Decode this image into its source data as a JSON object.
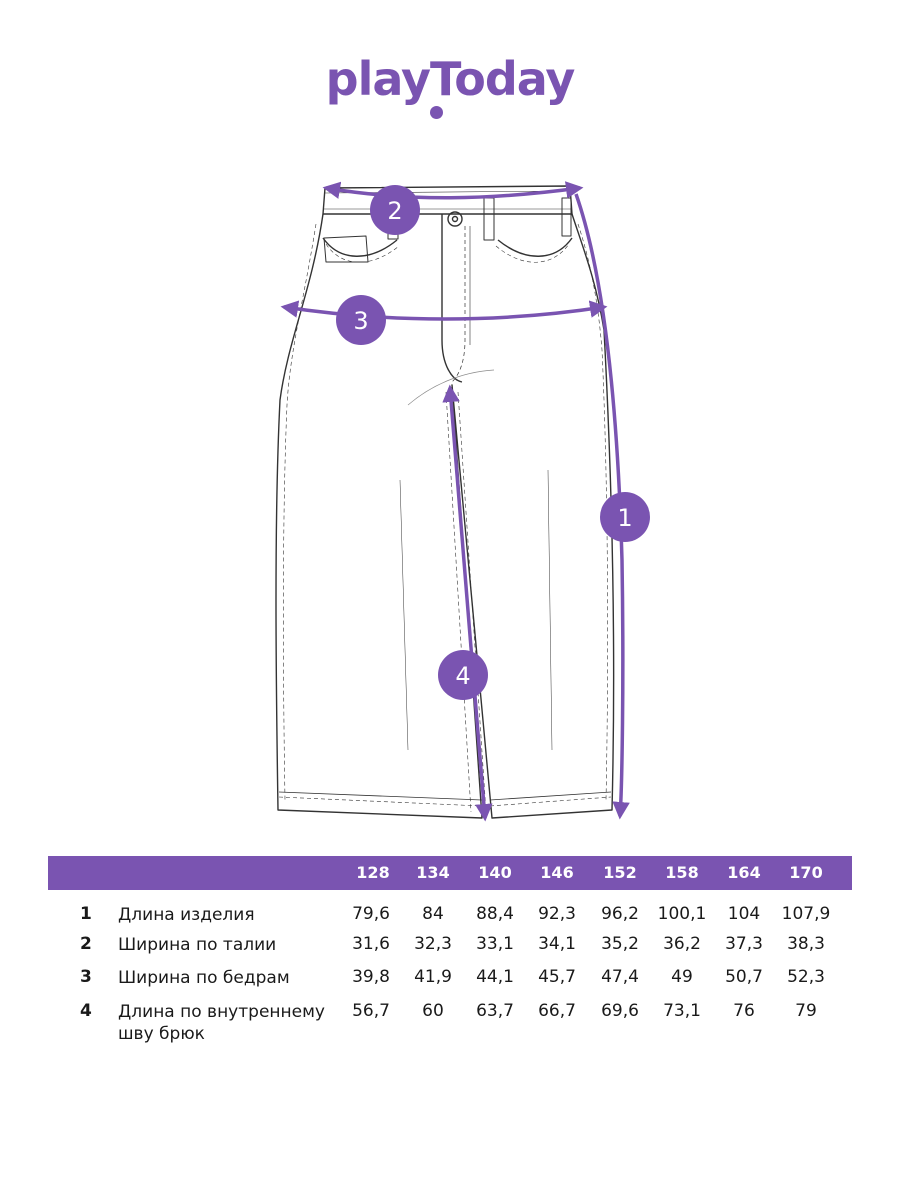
{
  "brand": {
    "logo_text": "playToday"
  },
  "markers": [
    {
      "id": "1",
      "label": "1"
    },
    {
      "id": "2",
      "label": "2"
    },
    {
      "id": "3",
      "label": "3"
    },
    {
      "id": "4",
      "label": "4"
    }
  ],
  "colors": {
    "accent": "#7a54b1",
    "outline": "#333333",
    "text": "#1a1a1a"
  },
  "table": {
    "sizes": [
      "128",
      "134",
      "140",
      "146",
      "152",
      "158",
      "164",
      "170"
    ],
    "rows": [
      {
        "num": "1",
        "label": "Длина изделия",
        "values": [
          "79,6",
          "84",
          "88,4",
          "92,3",
          "96,2",
          "100,1",
          "104",
          "107,9"
        ]
      },
      {
        "num": "2",
        "label": "Ширина по талии",
        "values": [
          "31,6",
          "32,3",
          "33,1",
          "34,1",
          "35,2",
          "36,2",
          "37,3",
          "38,3"
        ]
      },
      {
        "num": "3",
        "label": "Ширина по бедрам",
        "values": [
          "39,8",
          "41,9",
          "44,1",
          "45,7",
          "47,4",
          "49",
          "50,7",
          "52,3"
        ]
      },
      {
        "num": "4",
        "label": "Длина по внутреннему шву брюк",
        "values": [
          "56,7",
          "60",
          "63,7",
          "66,7",
          "69,6",
          "73,1",
          "76",
          "79"
        ]
      }
    ]
  }
}
